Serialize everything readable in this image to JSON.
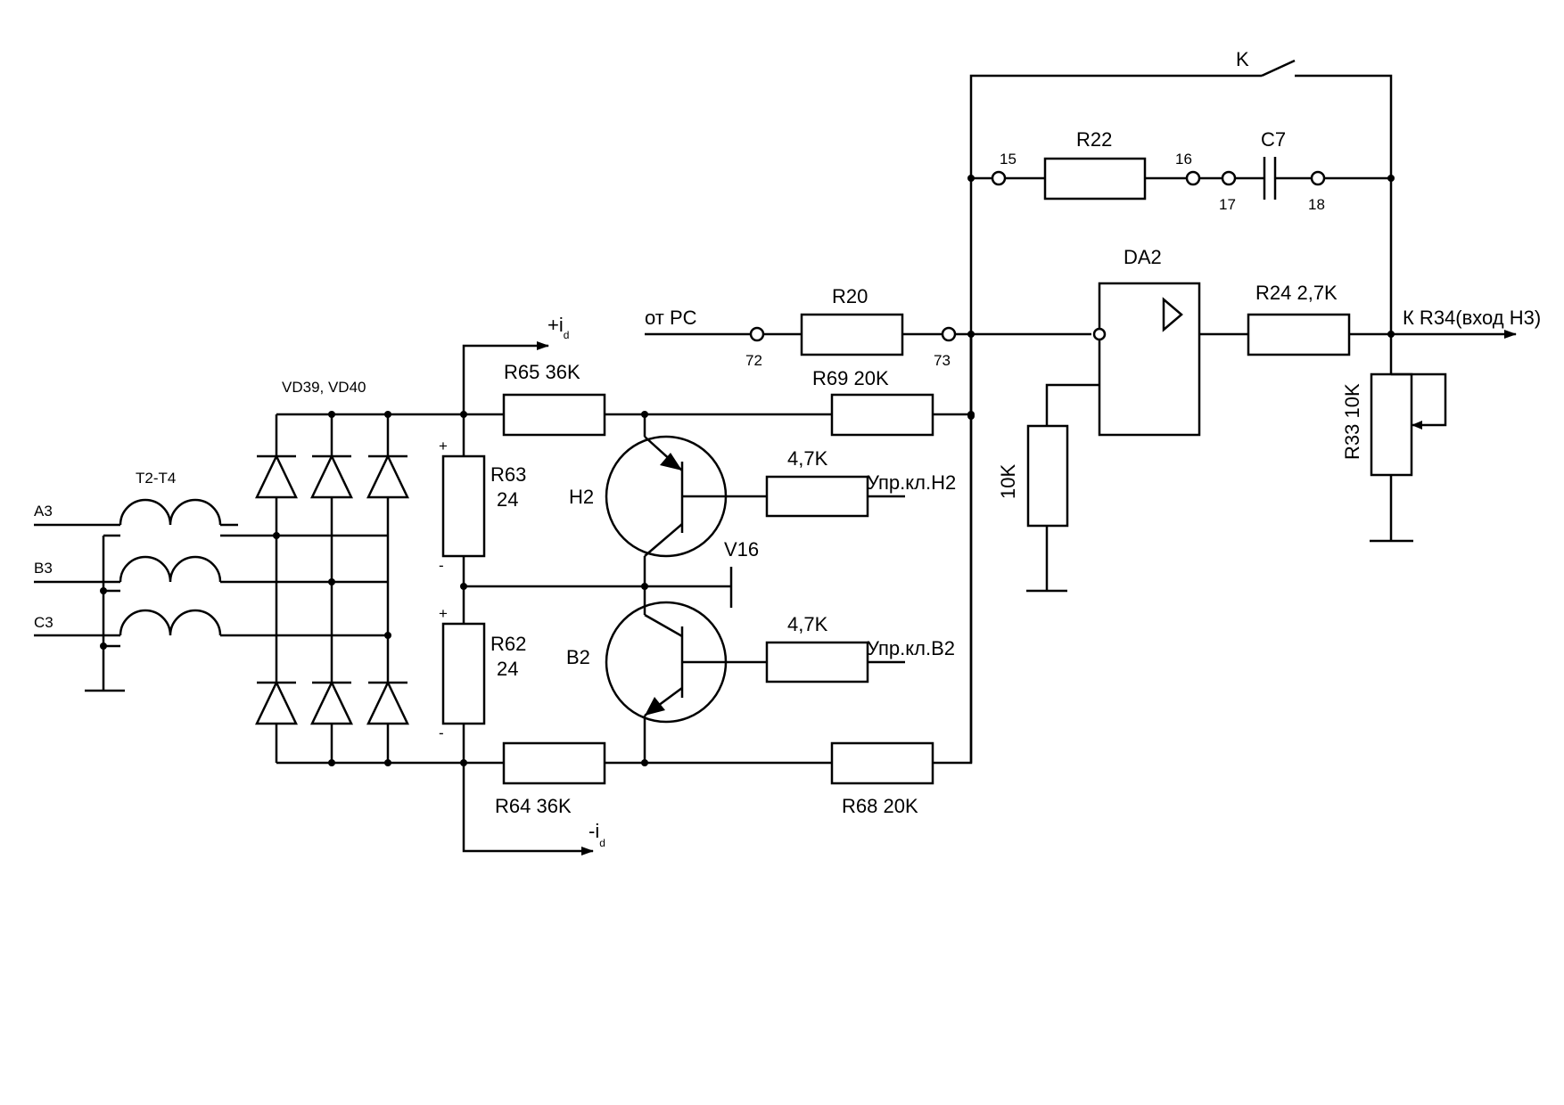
{
  "labels": {
    "switch_k": "K",
    "r22": "R22",
    "c7": "C7",
    "n15": "15",
    "n16": "16",
    "n17": "17",
    "n18": "18",
    "da2": "DA2",
    "r20": "R20",
    "from_pc": "от PC",
    "n72": "72",
    "n73": "73",
    "r24": "R24  2,7K",
    "to_r34": "К R34(вход Н3)",
    "r33": "R33 10K",
    "r10k": "10K",
    "plus_id": "+i",
    "minus_id": "-i",
    "sub_d": "d",
    "vd": "VD39, VD40",
    "r65": "R65  36K",
    "r69": "R69  20K",
    "t2t4": "T2-T4",
    "a3": "A3",
    "b3": "B3",
    "c3": "C3",
    "r63_name": "R63",
    "r63_val": "24",
    "r62_name": "R62",
    "r62_val": "24",
    "plus": "+",
    "minus": "-",
    "h2": "H2",
    "b2": "B2",
    "v16": "V16",
    "r47_top": "4,7K",
    "r47_bot": "4,7K",
    "ctrl_h2": "Упр.кл.Н2",
    "ctrl_b2": "Упр.кл.В2",
    "r64": "R64   36K",
    "r68": "R68  20K"
  }
}
